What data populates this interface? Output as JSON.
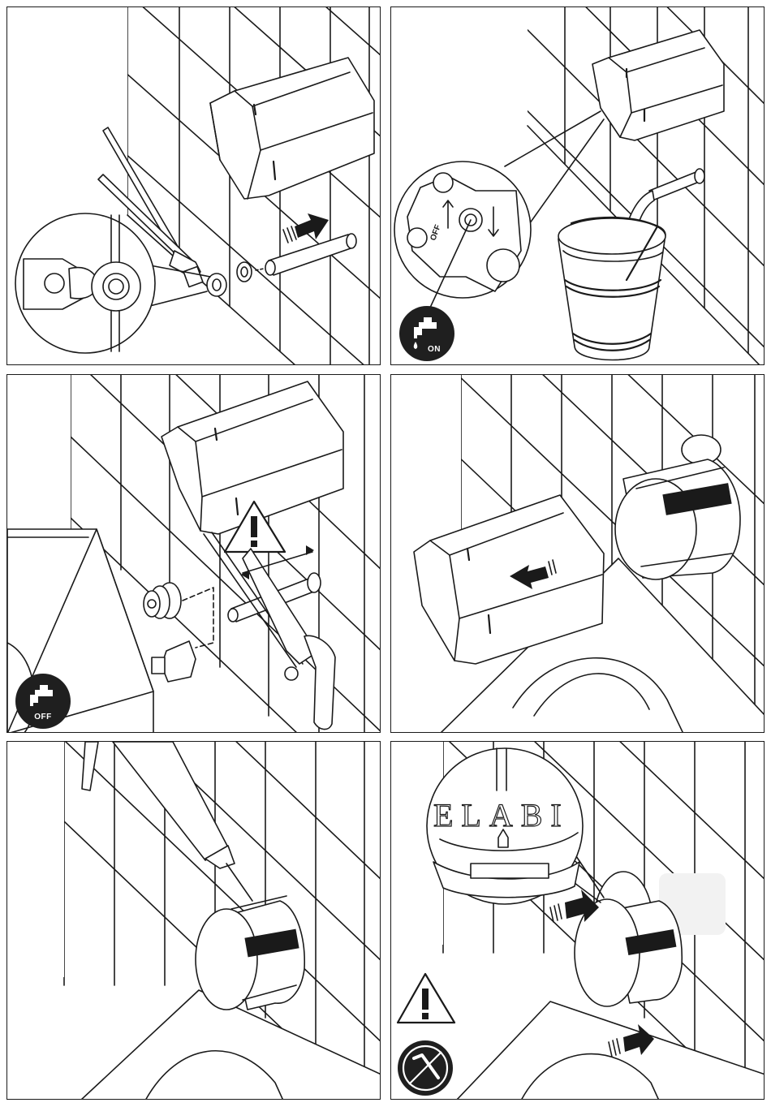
{
  "panels": [
    {
      "id": 1
    },
    {
      "id": 2,
      "badge": {
        "icon": "tap-on-icon",
        "label": "ON"
      },
      "valve_marking": "OFF"
    },
    {
      "id": 3,
      "badge": {
        "icon": "tap-off-icon",
        "label": "OFF"
      },
      "warning_icon": "warning-triangle-icon"
    },
    {
      "id": 4
    },
    {
      "id": 5
    },
    {
      "id": 6,
      "magnified_text": "ELABI",
      "warning_icon": "warning-triangle-icon",
      "prohibition_icon": "no-allen-key-icon"
    }
  ],
  "colors": {
    "ink": "#1a1a1a",
    "paper": "#ffffff",
    "badge": "#1f1f1f"
  }
}
